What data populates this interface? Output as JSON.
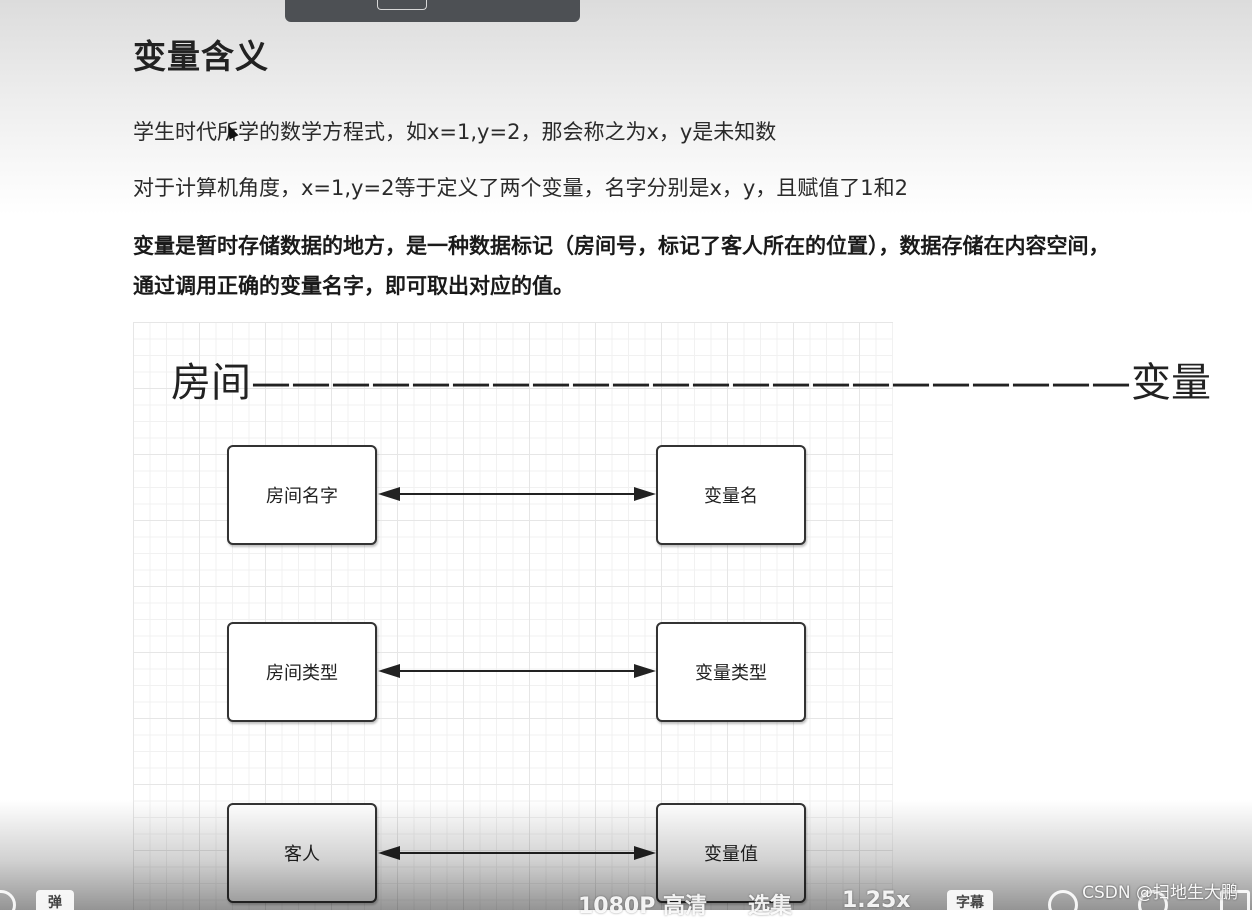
{
  "article": {
    "heading": "变量含义",
    "paragraphs": [
      "学生时代所学的数学方程式，如x=1,y=2，那会称之为x，y是未知数",
      "对于计算机角度，x=1,y=2等于定义了两个变量，名字分别是x，y，且赋值了1和2"
    ],
    "bold_lines": [
      "变量是暂时存储数据的地方，是一种数据标记（房间号，标记了客人所在的位置），数据存储在内容空间，",
      "通过调用正确的变量名字，即可取出对应的值。"
    ]
  },
  "diagram": {
    "title": "房间——————————————————————变量",
    "rows": [
      {
        "left": "房间名字",
        "right": "变量名"
      },
      {
        "left": "房间类型",
        "right": "变量类型"
      },
      {
        "left": "客人",
        "right": "变量值"
      }
    ]
  },
  "player": {
    "quality": "1080P 高清",
    "episodes": "选集",
    "speed": "1.25x",
    "subtitle_icon_text": "字幕",
    "danmaku_icon_text": "弹"
  },
  "watermark": "CSDN @扫地生大鹏",
  "icons": [
    "cursor-icon",
    "danmaku-toggle-icon",
    "danmaku-settings-icon",
    "subtitle-icon",
    "volume-icon",
    "settings-icon",
    "fullscreen-icon"
  ]
}
